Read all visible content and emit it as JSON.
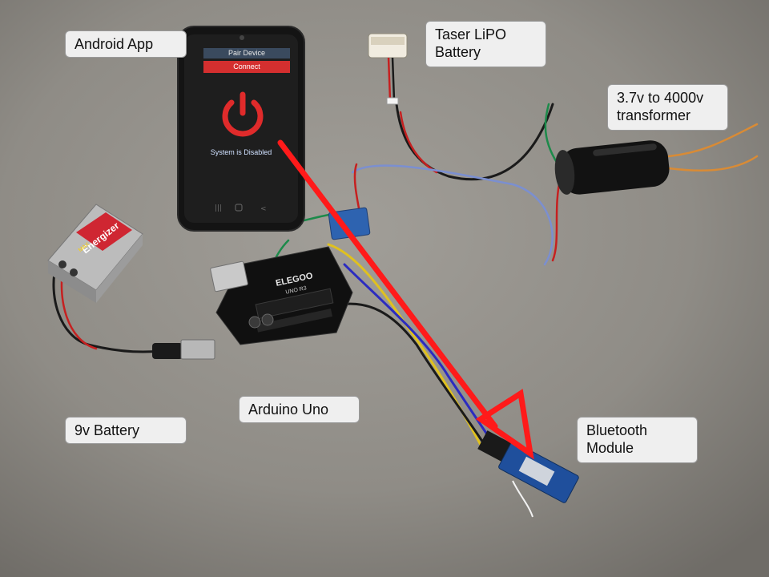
{
  "labels": {
    "android_app": "Android App",
    "taser_battery": "Taser LiPO\nBattery",
    "transformer": "3.7v to 4000v\ntransformer",
    "arduino": "Arduino Uno",
    "nine_volt": "9v Battery",
    "bluetooth": "Bluetooth\nModule"
  },
  "phone": {
    "pair_button": "Pair Device",
    "connect_button": "Connect",
    "status_text": "System is Disabled",
    "power_icon": "power-icon"
  },
  "battery_print": {
    "brand": "Energizer",
    "tag": "MAX"
  },
  "arduino_print": {
    "brand": "ELEGOO",
    "model": "UNO R3"
  },
  "colors": {
    "arrow": "#ff1a1a",
    "phone_button_pair": "#3a4a5e",
    "phone_button_connect": "#d42f2f",
    "phone_power_icon": "#e02b2b",
    "label_bg": "#efefef"
  }
}
